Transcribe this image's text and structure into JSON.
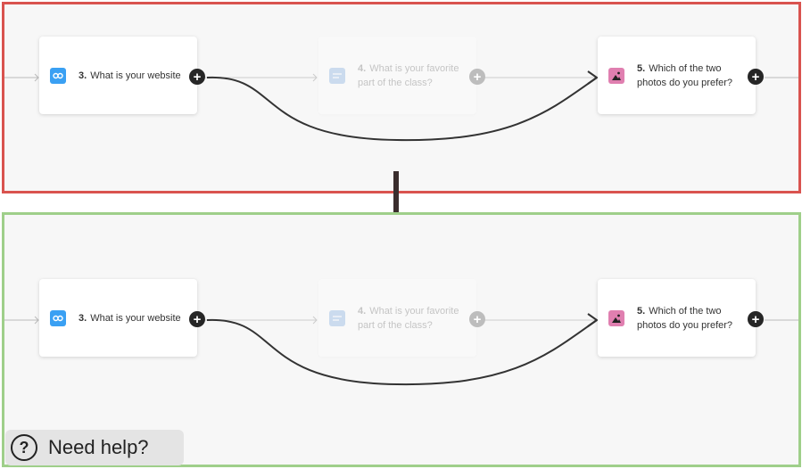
{
  "panels": [
    {
      "cards": [
        {
          "number": "3.",
          "line1": "What is your website",
          "line2": "",
          "icon": "link-icon",
          "color": "#3aa0f3"
        },
        {
          "number": "4.",
          "line1": "What is your favorite",
          "line2": "part of the class?",
          "icon": "text-lines-icon",
          "color": "#7aa9e0"
        },
        {
          "number": "5.",
          "line1": "Which of the two",
          "line2": "photos do you prefer?",
          "icon": "image-icon",
          "color": "#e07fb0"
        }
      ]
    },
    {
      "cards": [
        {
          "number": "3.",
          "line1": "What is your website",
          "line2": "",
          "icon": "link-icon",
          "color": "#3aa0f3"
        },
        {
          "number": "4.",
          "line1": "What is your favorite",
          "line2": "part of the class?",
          "icon": "text-lines-icon",
          "color": "#7aa9e0"
        },
        {
          "number": "5.",
          "line1": "Which of the two",
          "line2": "photos do you prefer?",
          "icon": "image-icon",
          "color": "#e07fb0"
        }
      ]
    }
  ],
  "plus_symbol": "+",
  "help": {
    "icon_text": "?",
    "label": "Need help?"
  },
  "colors": {
    "before_border": "#d9534f",
    "after_border": "#9fcf8a",
    "connector": "#333333"
  }
}
